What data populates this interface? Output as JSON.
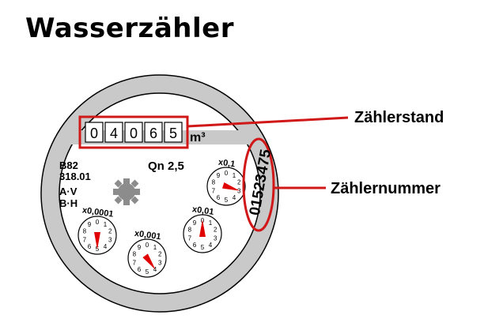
{
  "title": "Wasserzähler",
  "colors": {
    "ring": "#c9c9c9",
    "highlight": "#d01818",
    "needle": "#e00000",
    "gear": "#8c8c8c"
  },
  "counter": {
    "digits": [
      "0",
      "4",
      "0",
      "6",
      "5"
    ],
    "unit": "m³"
  },
  "meter_info": {
    "line1": "B82",
    "line2": "318.01",
    "line3": "A·V",
    "line4": "B·H",
    "flow": "Qn 2,5"
  },
  "serial_number": "01523475",
  "callouts": {
    "reading": "Zählerstand",
    "serial": "Zählernummer"
  },
  "dials": [
    {
      "multiplier": "x0,1",
      "needle_value": 3
    },
    {
      "multiplier": "x0,01",
      "needle_value": 0
    },
    {
      "multiplier": "x0,001",
      "needle_value": 4
    },
    {
      "multiplier": "x0,0001",
      "needle_value": 5
    }
  ],
  "dial_numbers": [
    "0",
    "1",
    "2",
    "3",
    "4",
    "5",
    "6",
    "7",
    "8",
    "9"
  ],
  "gear_icon": "gear-icon"
}
